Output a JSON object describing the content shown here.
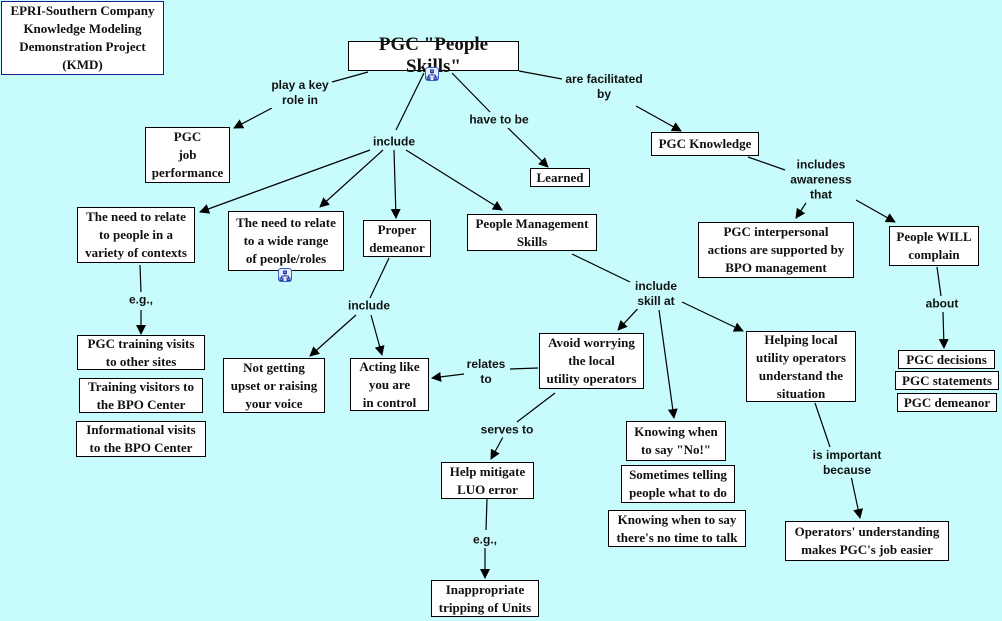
{
  "map": {
    "title_box": "EPRI-Southern Company\nKnowledge Modeling\nDemonstration Project\n(KMD)",
    "colors": {
      "background": "#c8fcfc",
      "node_fill": "#ffffff",
      "line": "#000000",
      "icon_border": "#3a5fcd"
    },
    "nodes": {
      "root": "PGC \"People Skills\"",
      "job_performance": "PGC\njob\nperformance",
      "learned": "Learned",
      "pgc_knowledge": "PGC Knowledge",
      "need_relate_contexts": "The need to relate\nto people in a\nvariety of contexts",
      "need_relate_range": "The need to relate\nto a wide range\nof people/roles",
      "proper_demeanor": "Proper\ndemeanor",
      "people_mgmt": "People Management\nSkills",
      "interpersonal_supported": "PGC interpersonal\nactions are supported by\nBPO management",
      "people_complain": "People WILL\ncomplain",
      "training_visits": "PGC training visits\nto other sites",
      "training_visitors": "Training visitors to\nthe BPO Center",
      "informational_visits": "Informational visits\nto the BPO Center",
      "not_upset": "Not getting\nupset or raising\nyour voice",
      "acting_control": "Acting like\nyou are\nin control",
      "avoid_worrying": "Avoid worrying\nthe local\nutility operators",
      "helping_luo": "Helping local\nutility operators\nunderstand the\nsituation",
      "pgc_decisions": "PGC decisions",
      "pgc_statements": "PGC statements",
      "pgc_demeanor": "PGC demeanor",
      "help_mitigate": "Help mitigate\nLUO error",
      "knowing_no": "Knowing when\nto say \"No!\"",
      "sometimes_telling": "Sometimes telling\npeople what to do",
      "no_time": "Knowing when to say\nthere's no time to talk",
      "inappropriate_tripping": "Inappropriate\ntripping of Units",
      "operators_understanding": "Operators' understanding\nmakes PGC's job easier"
    },
    "linking_phrases": {
      "play_key_role": "play a key\nrole in",
      "include_main": "include",
      "have_to_be": "have to be",
      "facilitated_by": "are facilitated\nby",
      "includes_awareness": "includes\nawareness\nthat",
      "eg_1": "e.g.,",
      "include_demeanor": "include",
      "include_skill_at": "include\nskill at",
      "about": "about",
      "relates_to": "relates\nto",
      "serves_to": "serves to",
      "is_important_because": "is important\nbecause",
      "eg_2": "e.g.,"
    },
    "icons": [
      "submap-icon",
      "submap-icon"
    ]
  }
}
